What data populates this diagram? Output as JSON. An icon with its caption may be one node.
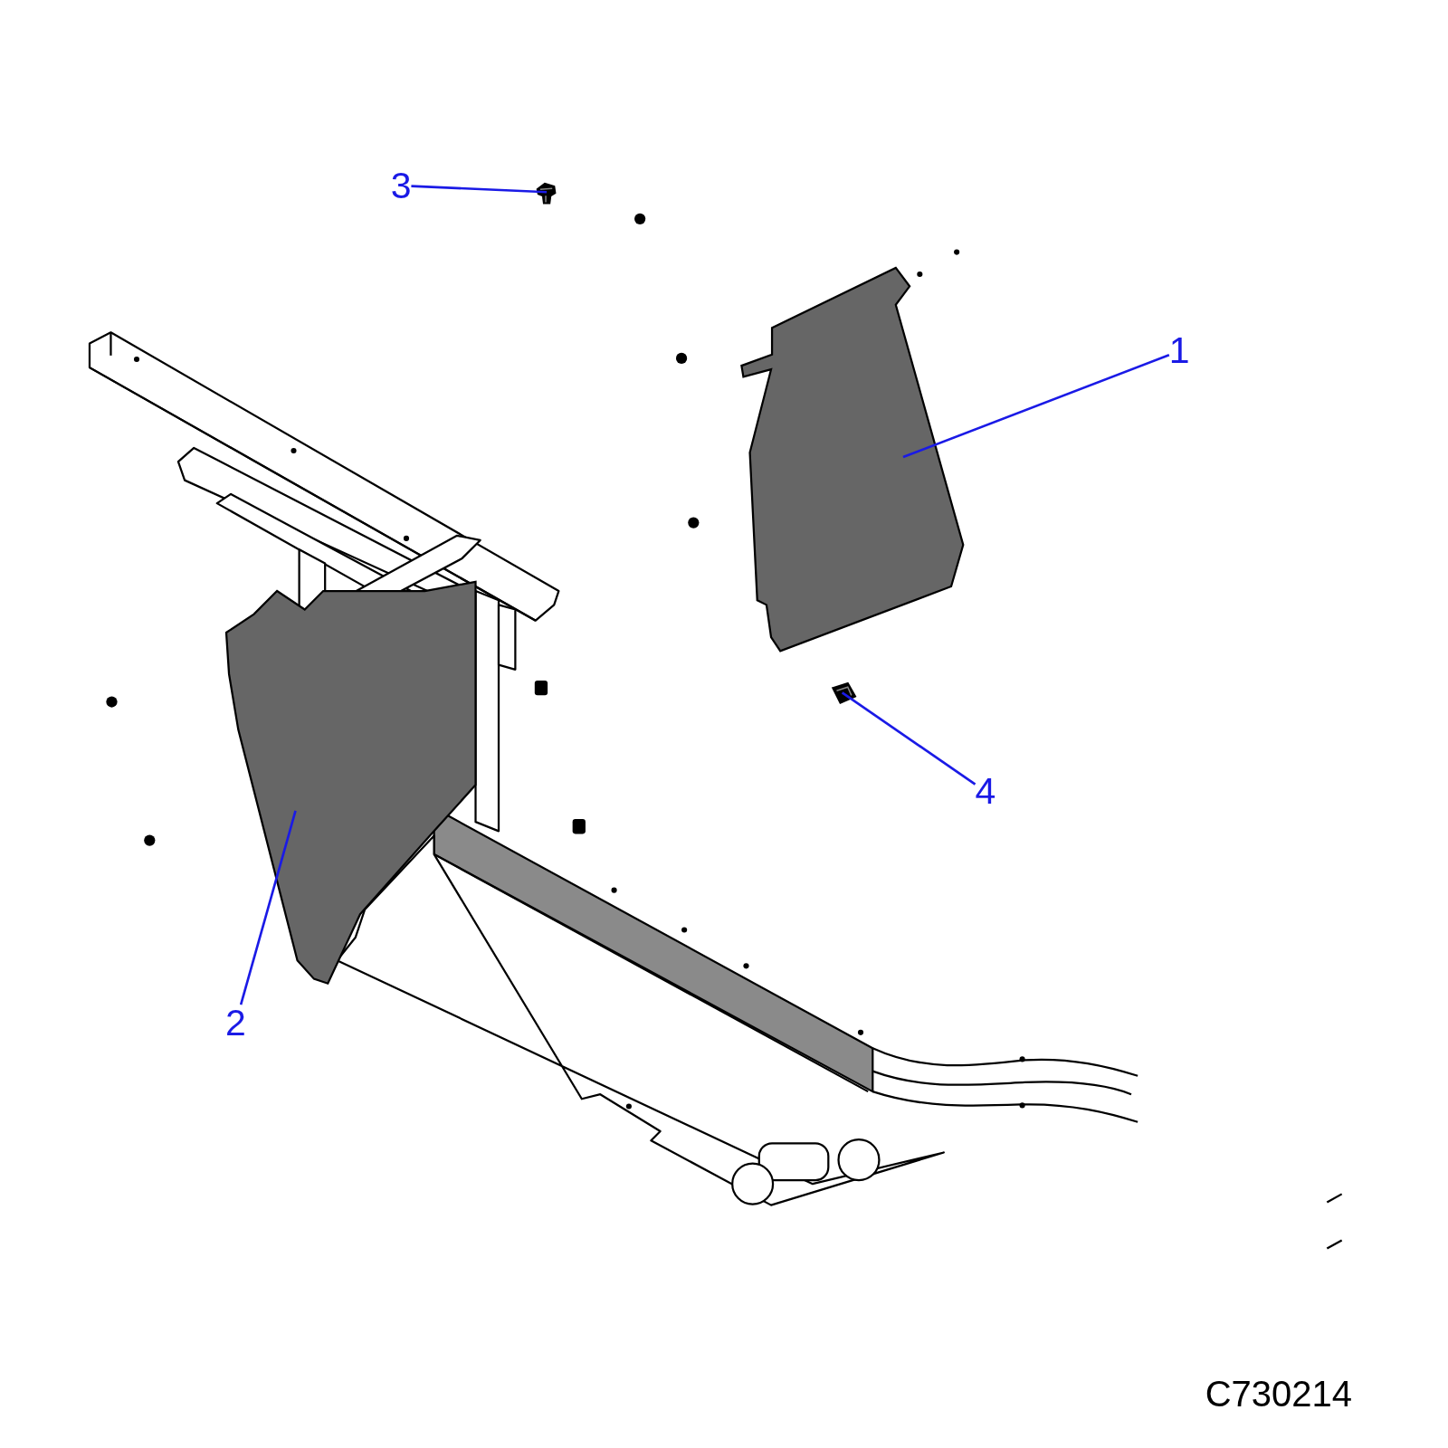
{
  "diagram": {
    "nodes": [
      {
        "text": [
          "1"
        ]
      },
      {
        "text": [],
        "shape": "picture"
      },
      {
        "text": [
          "2"
        ]
      },
      {
        "text": [],
        "shape": "picture"
      },
      {
        "text": [
          "3"
        ]
      },
      {
        "text": [],
        "shape": "picture"
      },
      {
        "text": [
          "4"
        ]
      },
      {
        "text": [],
        "shape": "picture"
      }
    ],
    "edges": [
      {
        "from": 0,
        "to": 1,
        "arrow": "none"
      },
      {
        "from": 2,
        "to": 3,
        "arrow": "none"
      },
      {
        "from": 4,
        "to": 5,
        "arrow": "none"
      },
      {
        "from": 6,
        "to": 7,
        "arrow": "none"
      }
    ],
    "labels": [
      "C730214"
    ]
  }
}
